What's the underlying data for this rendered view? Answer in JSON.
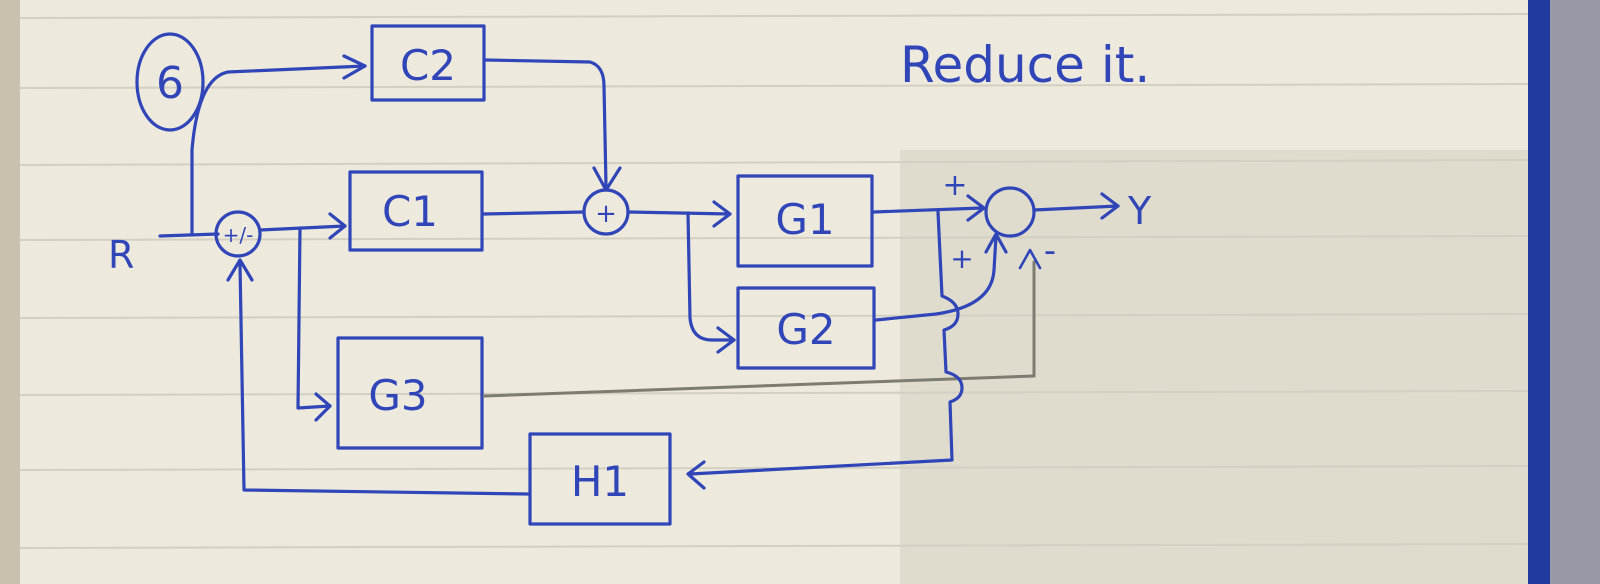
{
  "problem_number": "6",
  "instruction": "Reduce it.",
  "input_signal": "R",
  "output_signal": "Y",
  "blocks": {
    "c2": "C2",
    "c1": "C1",
    "g1": "G1",
    "g2": "G2",
    "g3": "G3",
    "h1": "H1"
  },
  "junctions": {
    "sum_input": "+/-",
    "sum_middle": "+"
  },
  "signs": {
    "out_top": "+",
    "out_left": "+",
    "out_bottom": "-"
  },
  "colors": {
    "ink": "#2f45b8",
    "pencil": "#7c7c70",
    "paper": "#f1eee3",
    "rule_line": "#d6d2c6",
    "binder": "#203aa0"
  }
}
